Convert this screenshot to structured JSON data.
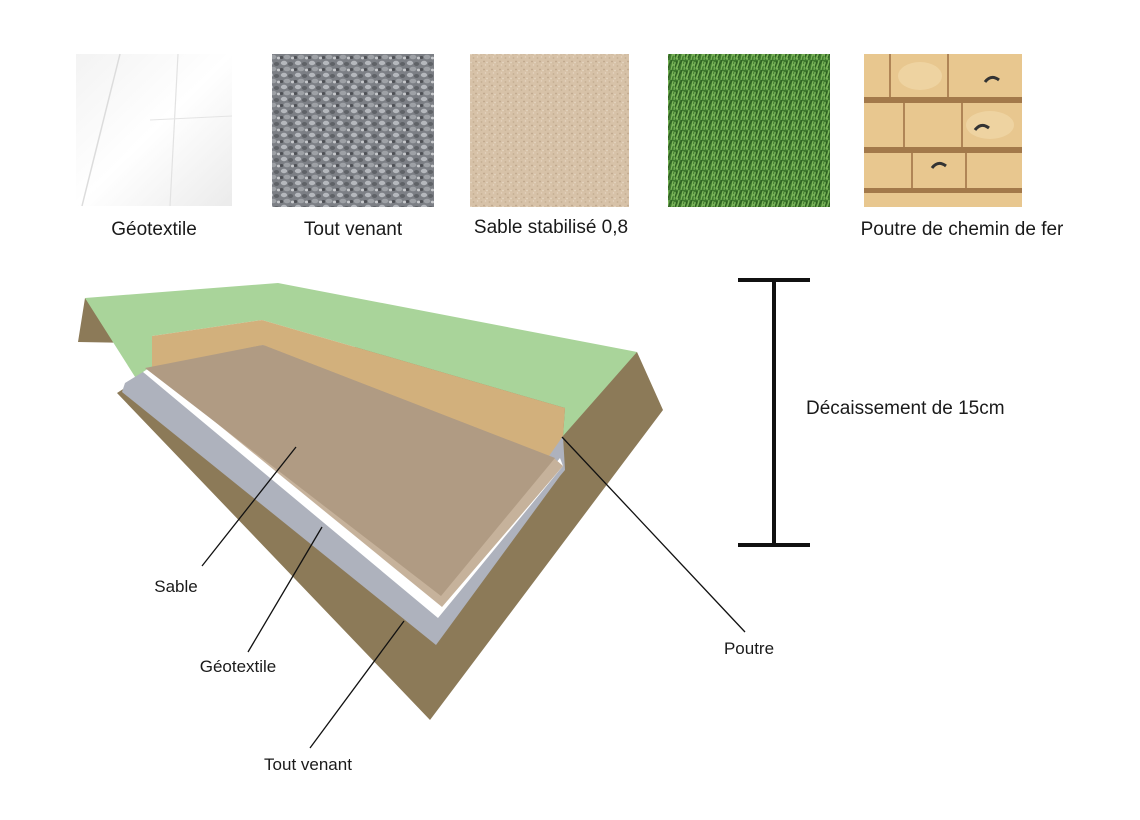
{
  "materials": [
    {
      "id": "geotextile",
      "label": "Géotextile"
    },
    {
      "id": "tout-venant",
      "label": "Tout venant"
    },
    {
      "id": "sable",
      "label": "Sable stabilisé 0,8"
    },
    {
      "id": "gazon",
      "label": ""
    },
    {
      "id": "poutre",
      "label": "Poutre de chemin de fer"
    }
  ],
  "callouts": {
    "sable": "Sable",
    "geotextile": "Géotextile",
    "tout_venant": "Tout venant",
    "poutre": "Poutre"
  },
  "depth_label": "Décaissement de 15cm",
  "colors": {
    "grass": "#a9d49a",
    "soil": "#8c7a58",
    "sand_surface": "#b09b83",
    "beam": "#d2b07c",
    "gravel_layer": "#aeb2bd",
    "geotextile_layer": "#ffffff"
  }
}
